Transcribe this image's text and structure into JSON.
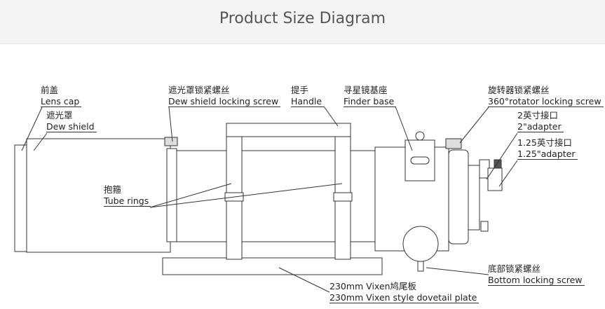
{
  "header": {
    "title": "Product Size Diagram"
  },
  "labels": {
    "lens_cap": {
      "zh": "前盖",
      "en": "Lens cap"
    },
    "dew_shield": {
      "zh": "遮光罩",
      "en": "Dew shield"
    },
    "dew_screw": {
      "zh": "遮光罩锁紧螺丝",
      "en": "Dew shield locking screw"
    },
    "handle": {
      "zh": "提手",
      "en": "Handle"
    },
    "finder": {
      "zh": "寻星镜基座",
      "en": "Finder base"
    },
    "rotator": {
      "zh": "旋转器锁紧螺丝",
      "en": "360°rotator locking screw"
    },
    "adapter2": {
      "zh": "2英寸接口",
      "en": "2\"adapter"
    },
    "adapter125": {
      "zh": "1.25英寸接口",
      "en": "1.25\"adapter"
    },
    "rings": {
      "zh": "抱箍",
      "en": "Tube rings"
    },
    "bottom": {
      "zh": "底部锁紧螺丝",
      "en": "Bottom locking screw"
    },
    "dovetail": {
      "zh": "230mm Vixen鸠尾板",
      "en": "230mm Vixen style dovetail plate"
    }
  }
}
